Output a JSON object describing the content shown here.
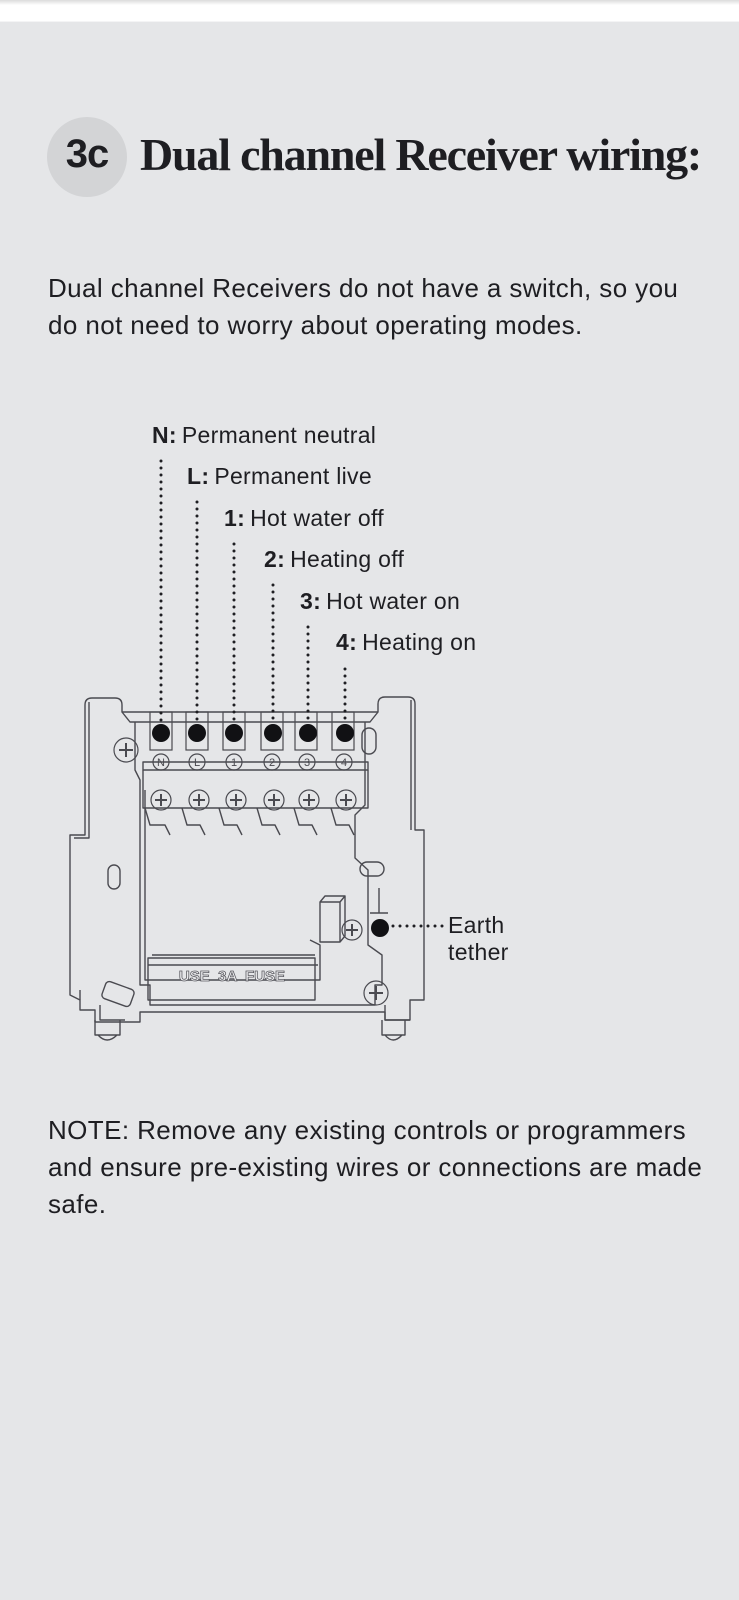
{
  "header": {
    "step": "3c",
    "title": "Dual channel Receiver wiring:"
  },
  "intro_text": "Dual channel Receivers do not have a switch, so you do not need to worry about operating modes.",
  "diagram": {
    "terminals": [
      {
        "key": "N:",
        "marking": "N",
        "description": "Permanent neutral"
      },
      {
        "key": "L:",
        "marking": "L",
        "description": "Permanent live"
      },
      {
        "key": "1:",
        "marking": "1",
        "description": "Hot water off"
      },
      {
        "key": "2:",
        "marking": "2",
        "description": "Heating off"
      },
      {
        "key": "3:",
        "marking": "3",
        "description": "Hot water on"
      },
      {
        "key": "4:",
        "marking": "4",
        "description": "Heating on"
      }
    ],
    "earth_label_line1": "Earth",
    "earth_label_line2": "tether",
    "fuse_text": "USE  3A  FUSE"
  },
  "note_text": "NOTE: Remove any existing controls or programmers and ensure pre-existing wires or connections are made safe.",
  "colors": {
    "background": "#e5e6e8",
    "text": "#1e1e22",
    "badge": "#d3d4d6",
    "line_art": "#4a4a50"
  }
}
